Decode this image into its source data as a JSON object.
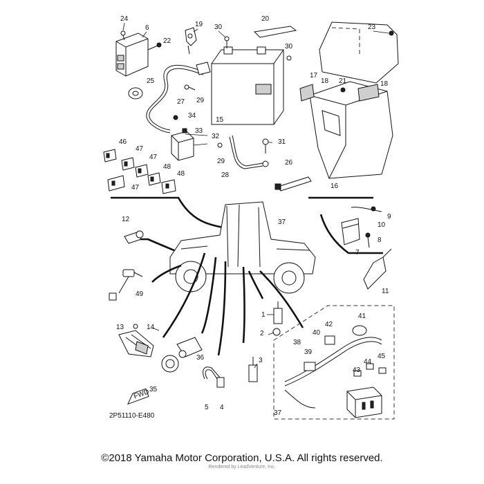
{
  "diagram": {
    "part_code": "2P51110-E480",
    "fwd_label": "FWD",
    "callouts": {
      "c1": "1",
      "c2": "2",
      "c3": "3",
      "c4": "4",
      "c5": "5",
      "c6": "6",
      "c7": "7",
      "c8": "8",
      "c9": "9",
      "c10": "10",
      "c11": "11",
      "c12": "12",
      "c13": "13",
      "c14": "14",
      "c15": "15",
      "c16": "16",
      "c17a": "17",
      "c18a": "18",
      "c18b": "18",
      "c19": "19",
      "c20": "20",
      "c21": "21",
      "c22": "22",
      "c23": "23",
      "c24": "24",
      "c25": "25",
      "c26": "26",
      "c27": "27",
      "c28": "28",
      "c29a": "29",
      "c29b": "29",
      "c30a": "30",
      "c30b": "30",
      "c31": "31",
      "c32": "32",
      "c33": "33",
      "c34": "34",
      "c35": "35",
      "c36": "36",
      "c37a": "37",
      "c37b": "37",
      "c38": "38",
      "c39": "39",
      "c40": "40",
      "c41": "41",
      "c42": "42",
      "c43": "43",
      "c44": "44",
      "c45": "45",
      "c46": "46",
      "c47a": "47",
      "c47b": "47",
      "c47c": "47",
      "c48a": "48",
      "c48b": "48",
      "c49": "49"
    }
  },
  "footer": {
    "copyright": "©2018 Yamaha Motor Corporation, U.S.A. All rights reserved.",
    "rendered_by": "Rendered by LeadVenture, Inc."
  }
}
